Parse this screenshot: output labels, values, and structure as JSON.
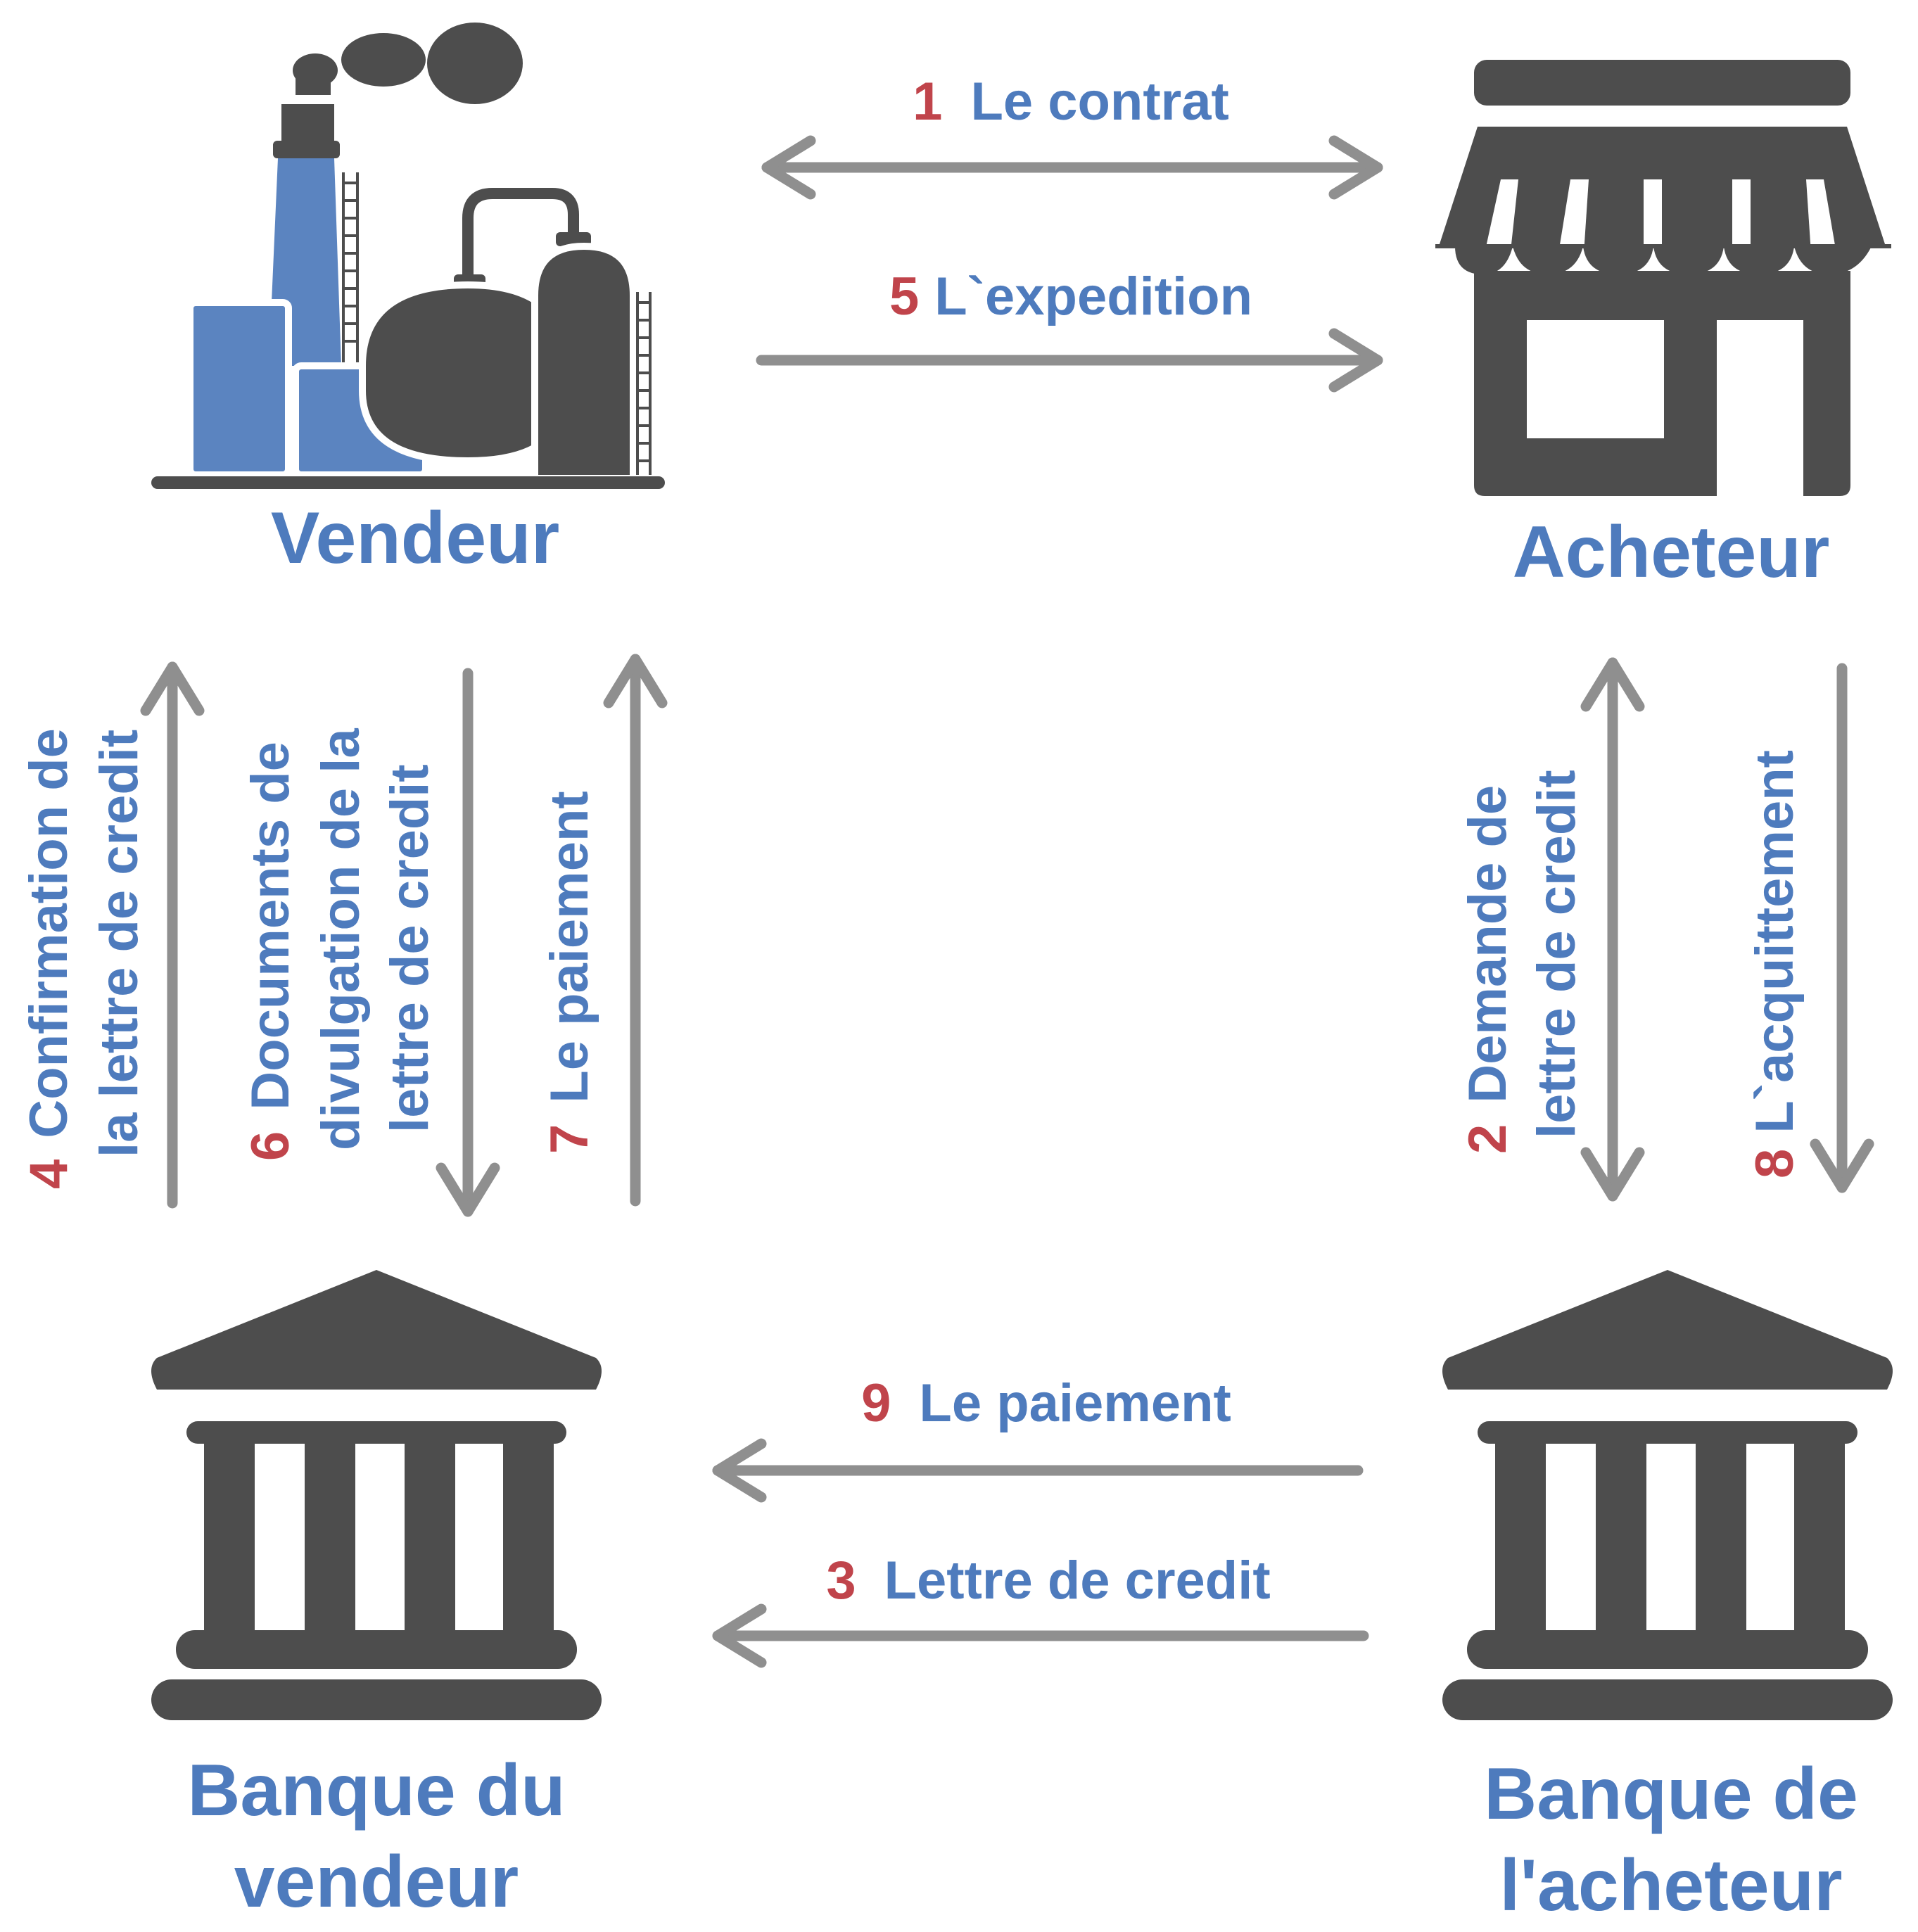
{
  "colors": {
    "icon_dark": "#4d4d4d",
    "icon_blue": "#5b84c0",
    "text_blue": "#4e7bbd",
    "number_red": "#c0444b",
    "arrow_gray": "#8f8f8f",
    "background": "#ffffff"
  },
  "entities": {
    "seller": {
      "label": "Vendeur",
      "icon": "factory-icon"
    },
    "buyer": {
      "label": "Acheteur",
      "icon": "shop-icon"
    },
    "seller_bank": {
      "line1": "Banque du",
      "line2": "vendeur",
      "icon": "bank-icon"
    },
    "buyer_bank": {
      "line1": "Banque de",
      "line2": "l'acheteur",
      "icon": "bank-icon"
    }
  },
  "steps": {
    "s1": {
      "number": "1",
      "text": "Le contrat",
      "direction": "both",
      "from": "Vendeur",
      "to": "Acheteur"
    },
    "s2": {
      "number": "2",
      "line1": "Demande de",
      "line2": "lettre de credit",
      "direction": "both",
      "from": "Acheteur",
      "to": "Banque de l'acheteur"
    },
    "s3": {
      "number": "3",
      "text": "Lettre de credit",
      "direction": "one-way",
      "from": "Banque de l'acheteur",
      "to": "Banque du vendeur"
    },
    "s4": {
      "number": "4",
      "line1": "Confirmation de",
      "line2": "la lettre de credit",
      "direction": "one-way",
      "from": "Banque du vendeur",
      "to": "Vendeur"
    },
    "s5": {
      "number": "5",
      "text": "L`expedition",
      "direction": "one-way",
      "from": "Vendeur",
      "to": "Acheteur"
    },
    "s6": {
      "number": "6",
      "line1": "Documents de",
      "line2": "divulgation de la",
      "line3": "lettre de credit",
      "direction": "one-way",
      "from": "Vendeur",
      "to": "Banque du vendeur"
    },
    "s7": {
      "number": "7",
      "text": "Le paiement",
      "direction": "one-way",
      "from": "Banque du vendeur",
      "to": "Vendeur"
    },
    "s8": {
      "number": "8",
      "text": "L`acquittement",
      "direction": "one-way",
      "from": "Acheteur",
      "to": "Banque de l'acheteur"
    },
    "s9": {
      "number": "9",
      "text": "Le paiement",
      "direction": "one-way",
      "from": "Banque de l'acheteur",
      "to": "Banque du vendeur"
    }
  }
}
